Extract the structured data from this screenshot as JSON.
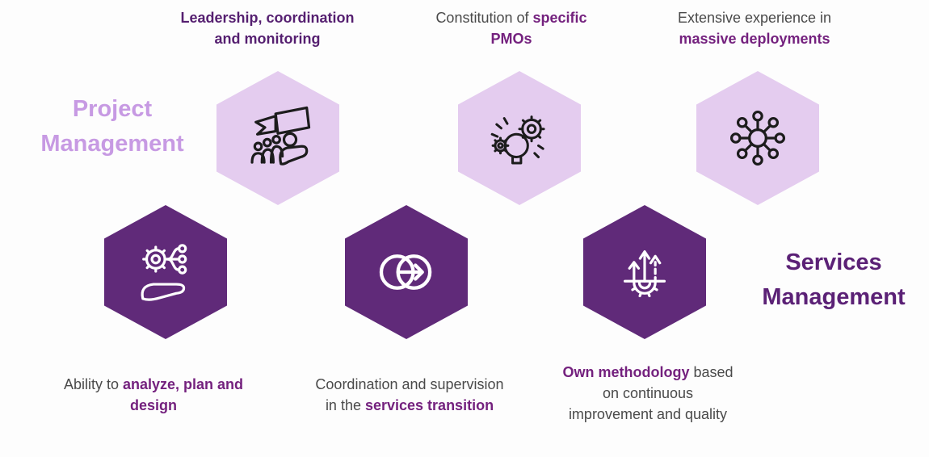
{
  "colors": {
    "bg": "#fdfdfd",
    "hex_light": "#e4ccef",
    "hex_dark": "#602a79",
    "title_light": "#c79ae3",
    "title_dark": "#5b2176",
    "heading_purple": "#551f70",
    "accent_purple": "#74217e",
    "body_gray": "#4a4a4a",
    "icon_dark": "#1c1c1c",
    "icon_light": "#ffffff"
  },
  "groups": {
    "project": {
      "title": "Project Management"
    },
    "services": {
      "title": "Services Management"
    }
  },
  "captions": {
    "leadership": {
      "l1": "Leadership, coordination",
      "l2": "and monitoring"
    },
    "pmos": {
      "l1_regular": "Constitution of ",
      "l1_bold": "specific",
      "l2_bold": "PMOs"
    },
    "deployments": {
      "l1_regular": "Extensive experience in",
      "l2_bold": "massive deployments"
    },
    "analyze": {
      "l1_regular": "Ability to ",
      "l1_bold": "analyze, plan and",
      "l2_bold": "design"
    },
    "transition": {
      "l1_regular": "Coordination and supervision",
      "l2_regular": "in the ",
      "l2_bold": "services transition"
    },
    "methodology": {
      "l1_bold": "Own methodology",
      "l1_regular": " based",
      "l2_regular": "on continuous",
      "l3_regular": "improvement and quality"
    }
  },
  "icons": {
    "leadership": "team-leadership-flag-icon",
    "pmos": "idea-gears-icon",
    "deployments": "network-hub-icon",
    "analyze": "hand-gear-plan-icon",
    "transition": "circles-transition-arrow-icon",
    "methodology": "growth-arrows-gear-icon"
  }
}
